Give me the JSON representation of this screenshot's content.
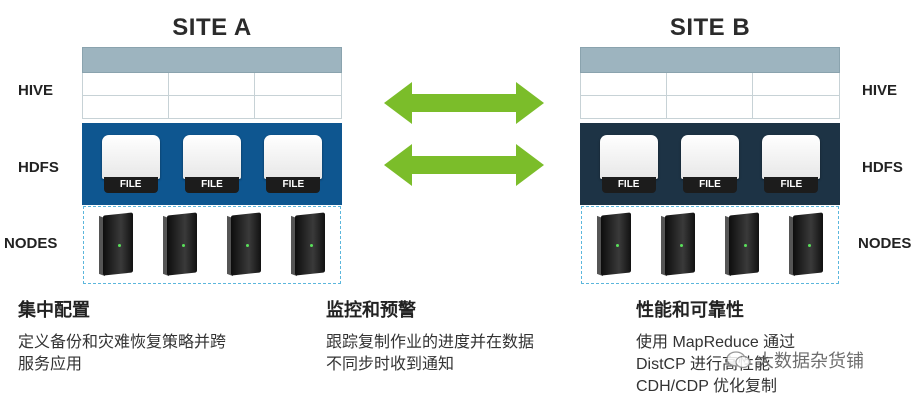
{
  "site_a": {
    "title": "SITE A"
  },
  "site_b": {
    "title": "SITE B"
  },
  "layers": {
    "hive": "HIVE",
    "hdfs": "HDFS",
    "nodes": "NODES"
  },
  "file_label": "FILE",
  "colors": {
    "site_a_hdfs": "#0e5690",
    "site_b_hdfs": "#1d3345",
    "arrow": "#7bbd2a",
    "hive_header": "#9db4bf",
    "nodes_border": "#5bb6dc"
  },
  "features": [
    {
      "title": "集中配置",
      "lines": [
        "定义备份和灾难恢复策略并跨",
        "服务应用"
      ]
    },
    {
      "title": "监控和预警",
      "lines": [
        "跟踪复制作业的进度并在数据",
        "不同步时收到通知"
      ]
    },
    {
      "title": "性能和可靠性",
      "lines": [
        "使用 MapReduce 通过",
        "DistCP 进行高性能",
        "CDH/CDP 优化复制"
      ]
    }
  ],
  "watermark": "大数据杂货铺"
}
